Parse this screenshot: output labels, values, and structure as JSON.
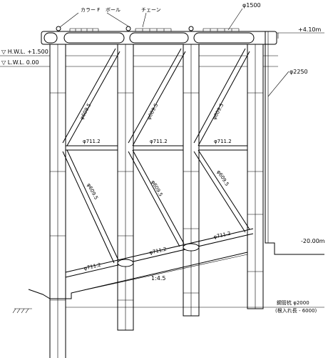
{
  "labels": {
    "collar": "カラー F",
    "ball": "ボール",
    "chain": "チェーン",
    "top_pipe": "φ1500",
    "hwl": "▽ H.W.L. +1.500",
    "lwl": "▽ L.W.L. 0.00",
    "top_level": "+4.10m",
    "pile": "φ2250",
    "brace_upper_1": "φ609.5",
    "brace_upper_2": "φ609.5",
    "brace_upper_3": "φ609.5",
    "strut_mid_1": "φ711.2",
    "strut_mid_2": "φ711.2",
    "strut_mid_3": "φ711.2",
    "brace_lower_1": "φ609.5",
    "brace_lower_2": "φ609.5",
    "brace_lower_3": "φ609.5",
    "strut_low_1": "φ711.2",
    "strut_low_2": "φ711.2",
    "strut_low_3": "φ711.2",
    "seabed_level": "-20.00m",
    "slope": "1:4.5",
    "steel_pile": "鋼管杭 φ2000",
    "penetration": "(根入れ長 - 6000)"
  }
}
